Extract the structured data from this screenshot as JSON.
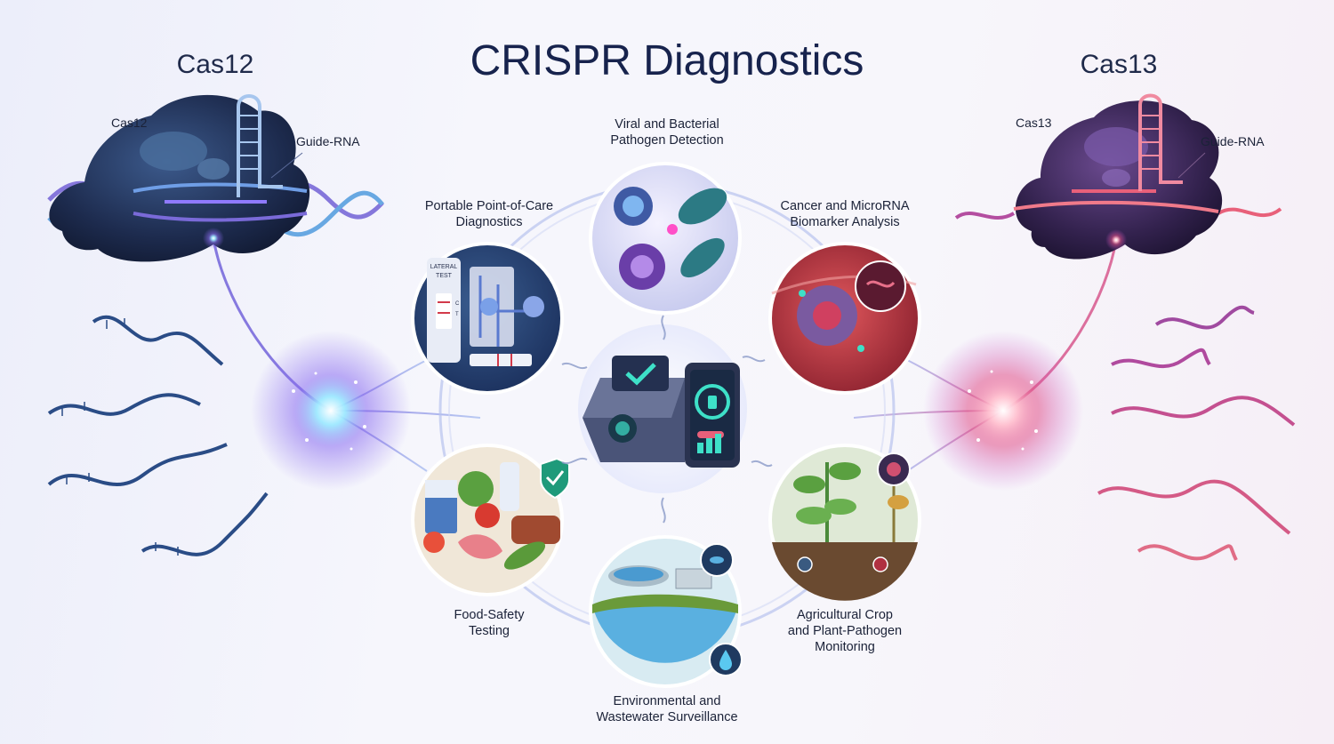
{
  "title": "CRISPR Diagnostics",
  "left_panel": {
    "heading": "Cas12",
    "protein_label": "Cas12",
    "guide_label": "Guide-RNA"
  },
  "right_panel": {
    "heading": "Cas13",
    "protein_label": "Cas13",
    "guide_label": "Guide-RNA"
  },
  "applications": [
    {
      "line1": "Viral and Bacterial",
      "line2": "Pathogen Detection",
      "line3": ""
    },
    {
      "line1": "Portable Point-of-Care",
      "line2": "Diagnostics",
      "line3": ""
    },
    {
      "line1": "Cancer and MicroRNA",
      "line2": "Biomarker Analysis",
      "line3": ""
    },
    {
      "line1": "Food-Safety",
      "line2": "Testing",
      "line3": ""
    },
    {
      "line1": "Agricultural Crop",
      "line2": "and Plant-Pathogen",
      "line3": "Monitoring"
    },
    {
      "line1": "Environmental and",
      "line2": "Wastewater Surveillance",
      "line3": ""
    }
  ],
  "device": {
    "test_strip_line1": "LATERAL",
    "test_strip_line2": "TEST",
    "control_mark": "C",
    "test_mark": "T"
  },
  "colors": {
    "cas12_accent": "#6f5ce6",
    "cas13_accent": "#e8607a",
    "title_navy": "#17234d",
    "ring": "#b8c3ee"
  }
}
